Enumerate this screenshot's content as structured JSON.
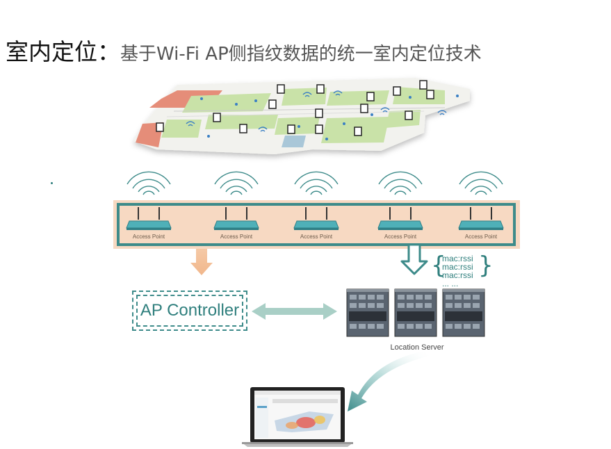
{
  "title": {
    "main": "室内定位：",
    "sub": "基于Wi-Fi AP侧指纹数据的统一室内定位技术"
  },
  "access_points": [
    {
      "label": "Access Point"
    },
    {
      "label": "Access Point"
    },
    {
      "label": "Access Point"
    },
    {
      "label": "Access Point"
    },
    {
      "label": "Access Point"
    }
  ],
  "ap_controller": {
    "label": "AP Controller"
  },
  "fingerprint": {
    "lines": [
      "mac:rssi",
      "mac:rssi",
      "mac:rssi",
      "... ..."
    ]
  },
  "location_server": {
    "label": "Location Server"
  },
  "colors": {
    "teal": "#3d8b8a",
    "peach_band": "#f7d9c2",
    "floor_green": "#c9e2a8",
    "floor_red": "#e58d79"
  }
}
